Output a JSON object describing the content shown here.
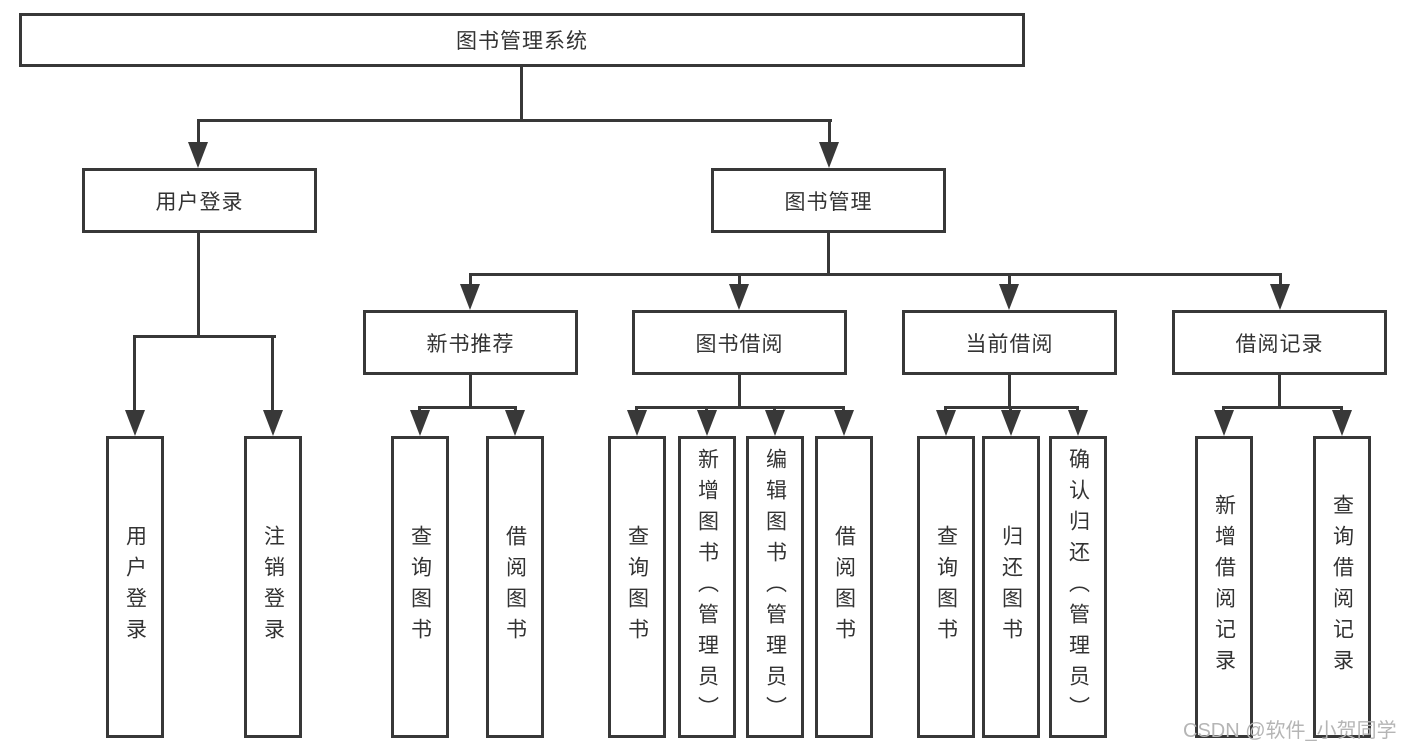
{
  "colors": {
    "line": "#383838",
    "box_border": "#383838",
    "text": "#333333",
    "watermark": "#b5b5b5",
    "background": "#ffffff"
  },
  "tree": {
    "root": {
      "label": "图书管理系统",
      "children": [
        {
          "label": "用户登录",
          "children": [
            "用户登录",
            "注销登录"
          ]
        },
        {
          "label": "图书管理",
          "children": [
            {
              "label": "新书推荐",
              "children": [
                "查询图书",
                "借阅图书"
              ]
            },
            {
              "label": "图书借阅",
              "children": [
                "查询图书",
                "新增图书（管理员）",
                "编辑图书（管理员）",
                "借阅图书"
              ]
            },
            {
              "label": "当前借阅",
              "children": [
                "查询图书",
                "归还图书",
                "确认归还（管理员）"
              ]
            },
            {
              "label": "借阅记录",
              "children": [
                "新增借阅记录",
                "查询借阅记录"
              ]
            }
          ]
        }
      ]
    }
  },
  "watermark": {
    "text": "CSDN @软件_小贺同学"
  }
}
